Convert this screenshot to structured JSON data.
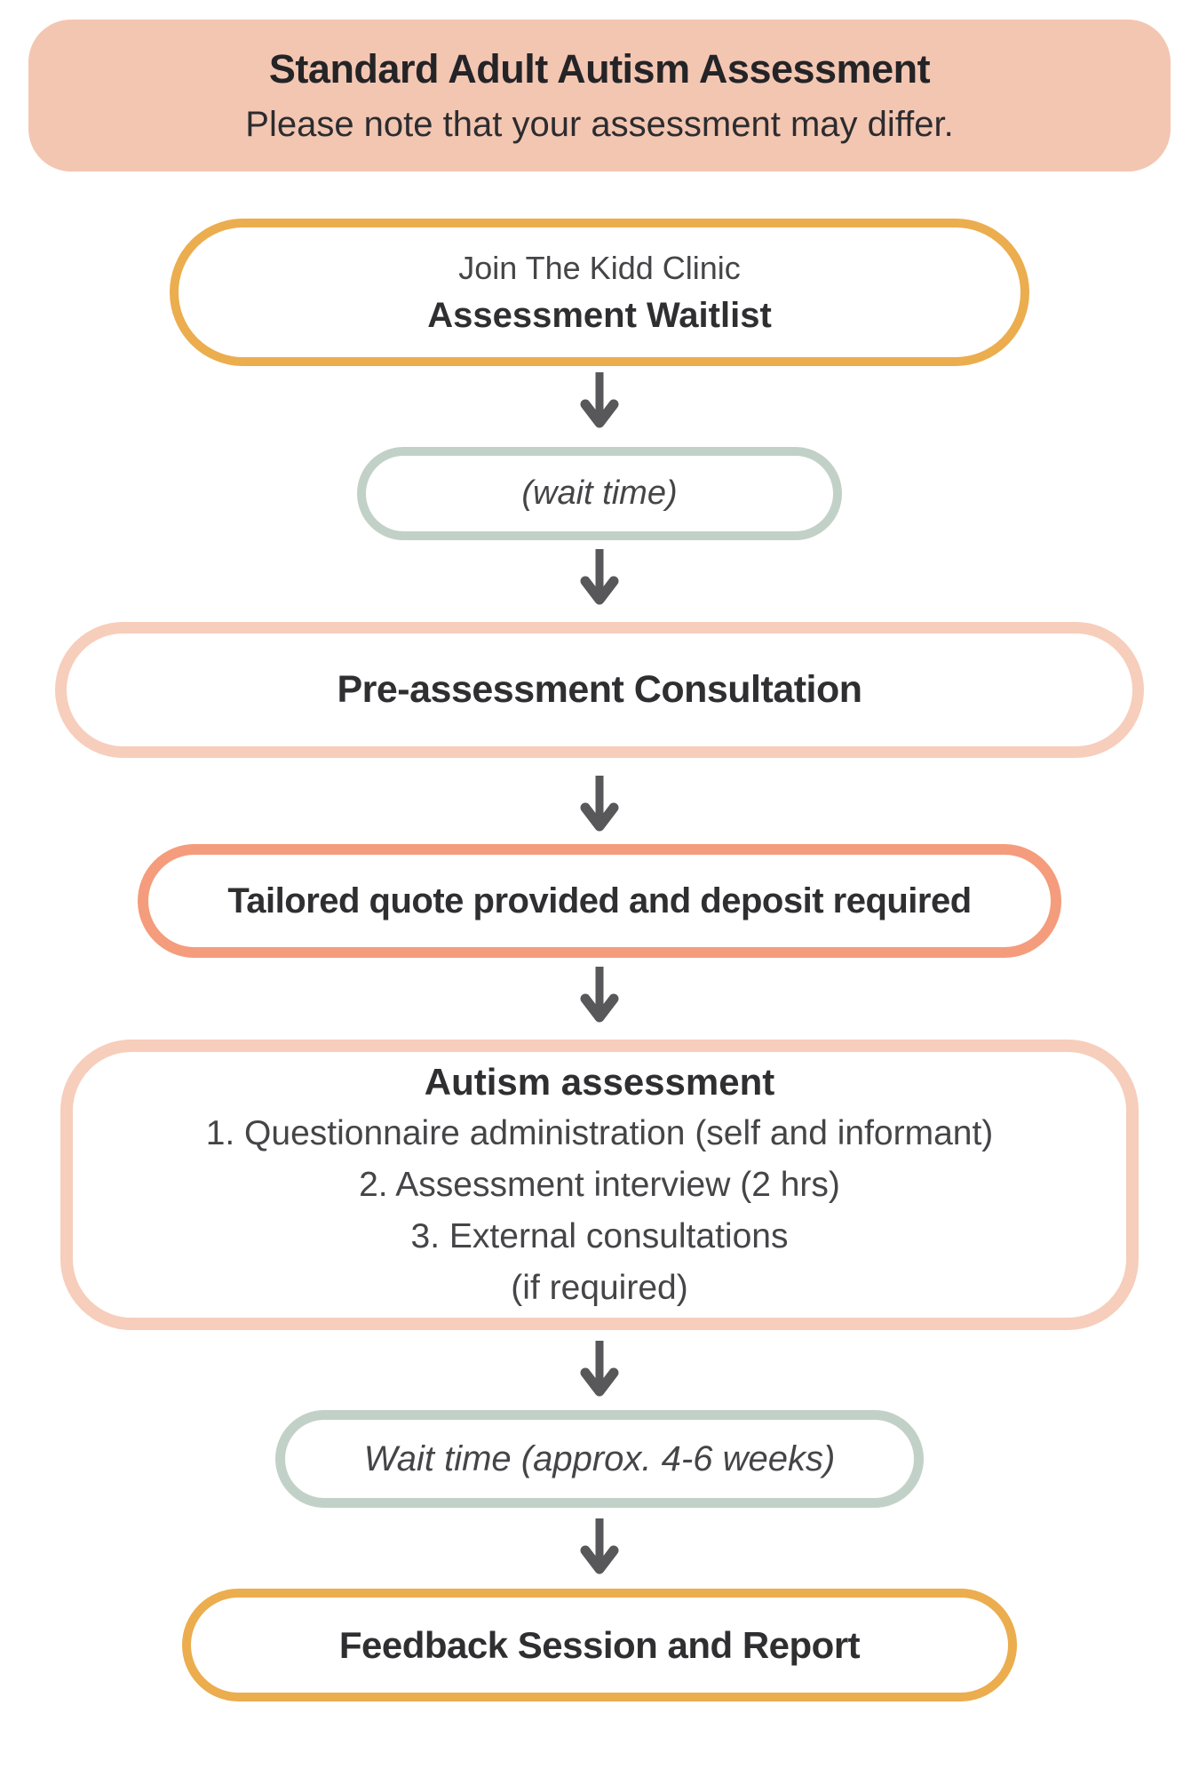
{
  "header": {
    "title": "Standard Adult Autism Assessment",
    "subtitle": "Please note that your assessment may differ."
  },
  "flow": {
    "box1": {
      "line1": "Join The Kidd Clinic",
      "line2": "Assessment Waitlist"
    },
    "box2": {
      "label": "(wait time)"
    },
    "box3": {
      "label": "Pre-assessment Consultation"
    },
    "box4": {
      "label": "Tailored quote provided and deposit required"
    },
    "box5": {
      "title": "Autism assessment",
      "items": [
        "1. Questionnaire administration (self and informant)",
        "2. Assessment interview (2 hrs)",
        "3. External consultations",
        "(if required)"
      ]
    },
    "box6": {
      "label": "Wait time (approx. 4-6 weeks)"
    },
    "box7": {
      "label": "Feedback Session and Report"
    }
  },
  "colors": {
    "header_bg": "#F3C6B2",
    "gold_border": "#EBAD4E",
    "sage_border": "#C2D1C8",
    "peach_border": "#F6CEBB",
    "coral_border": "#F49C7C",
    "arrow": "#58585B",
    "text_dark": "#2F2F31",
    "text_body": "#3D3D3F"
  }
}
